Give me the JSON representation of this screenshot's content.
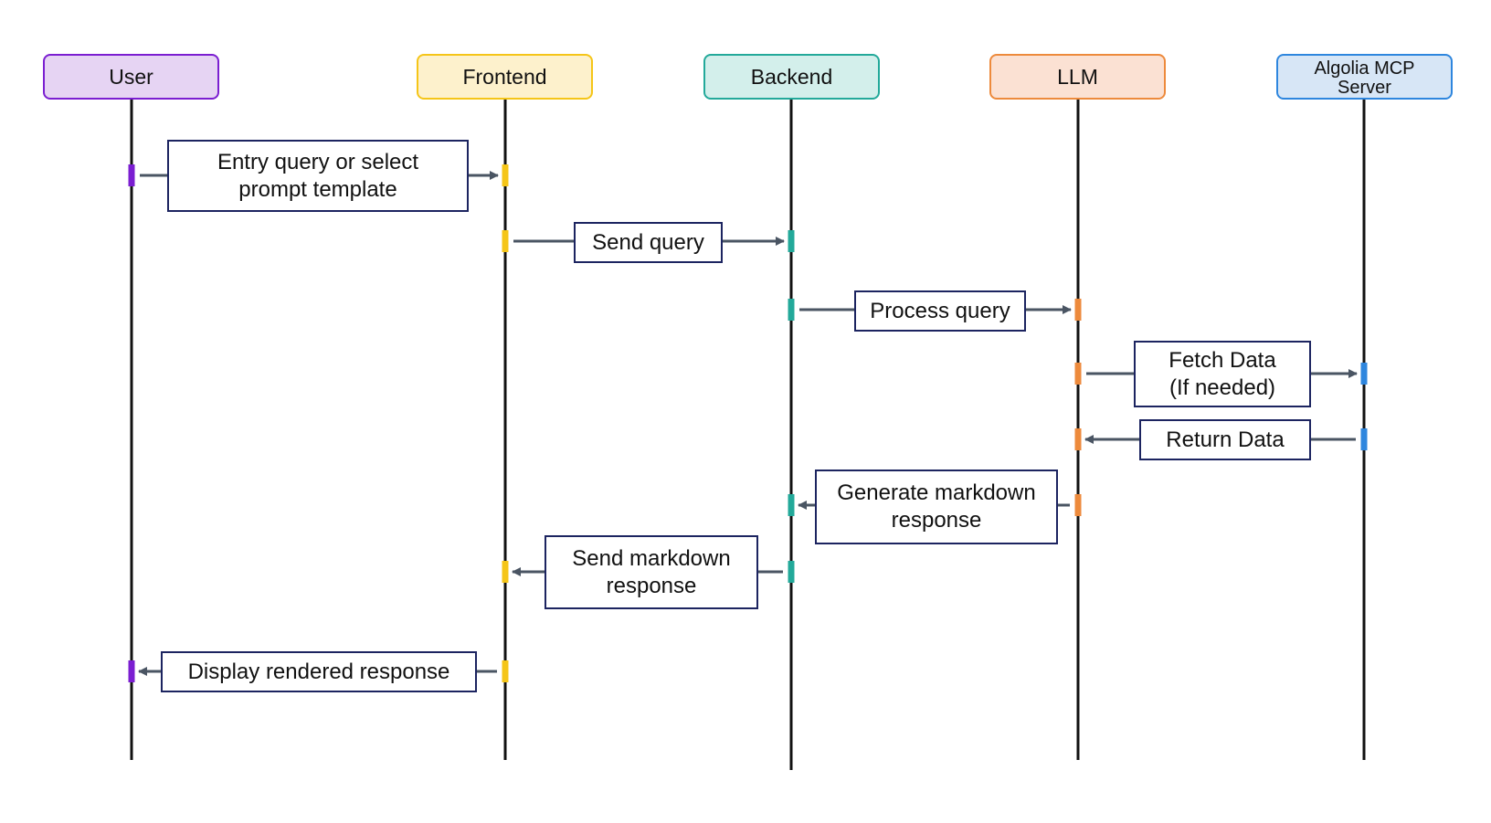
{
  "diagram": {
    "actors": [
      {
        "id": "user",
        "label": "User",
        "fill": "#e6d4f3",
        "stroke": "#7b1ed1",
        "accent": "#7b1ed1"
      },
      {
        "id": "frontend",
        "label": "Frontend",
        "fill": "#fdf1cc",
        "stroke": "#f5c518",
        "accent": "#f5c518"
      },
      {
        "id": "backend",
        "label": "Backend",
        "fill": "#d3efeb",
        "stroke": "#23a99a",
        "accent": "#23a99a"
      },
      {
        "id": "llm",
        "label": "LLM",
        "fill": "#fbe1d3",
        "stroke": "#ed8a3c",
        "accent": "#ed8a3c"
      },
      {
        "id": "algolia",
        "label": "Algolia MCP\nServer",
        "fill": "#d7e6f6",
        "stroke": "#2e86de",
        "accent": "#2e86de"
      }
    ],
    "messages": [
      {
        "from": "user",
        "to": "frontend",
        "label": "Entry query or select\nprompt template"
      },
      {
        "from": "frontend",
        "to": "backend",
        "label": "Send query"
      },
      {
        "from": "backend",
        "to": "llm",
        "label": "Process query"
      },
      {
        "from": "llm",
        "to": "algolia",
        "label": "Fetch Data\n(If needed)"
      },
      {
        "from": "algolia",
        "to": "llm",
        "label": "Return Data"
      },
      {
        "from": "llm",
        "to": "backend",
        "label": "Generate markdown\nresponse"
      },
      {
        "from": "backend",
        "to": "frontend",
        "label": "Send markdown\nresponse"
      },
      {
        "from": "frontend",
        "to": "user",
        "label": "Display rendered response"
      }
    ],
    "colors": {
      "lifeline": "#111111",
      "arrow": "#4a5563",
      "label_border": "#1c2460"
    }
  }
}
